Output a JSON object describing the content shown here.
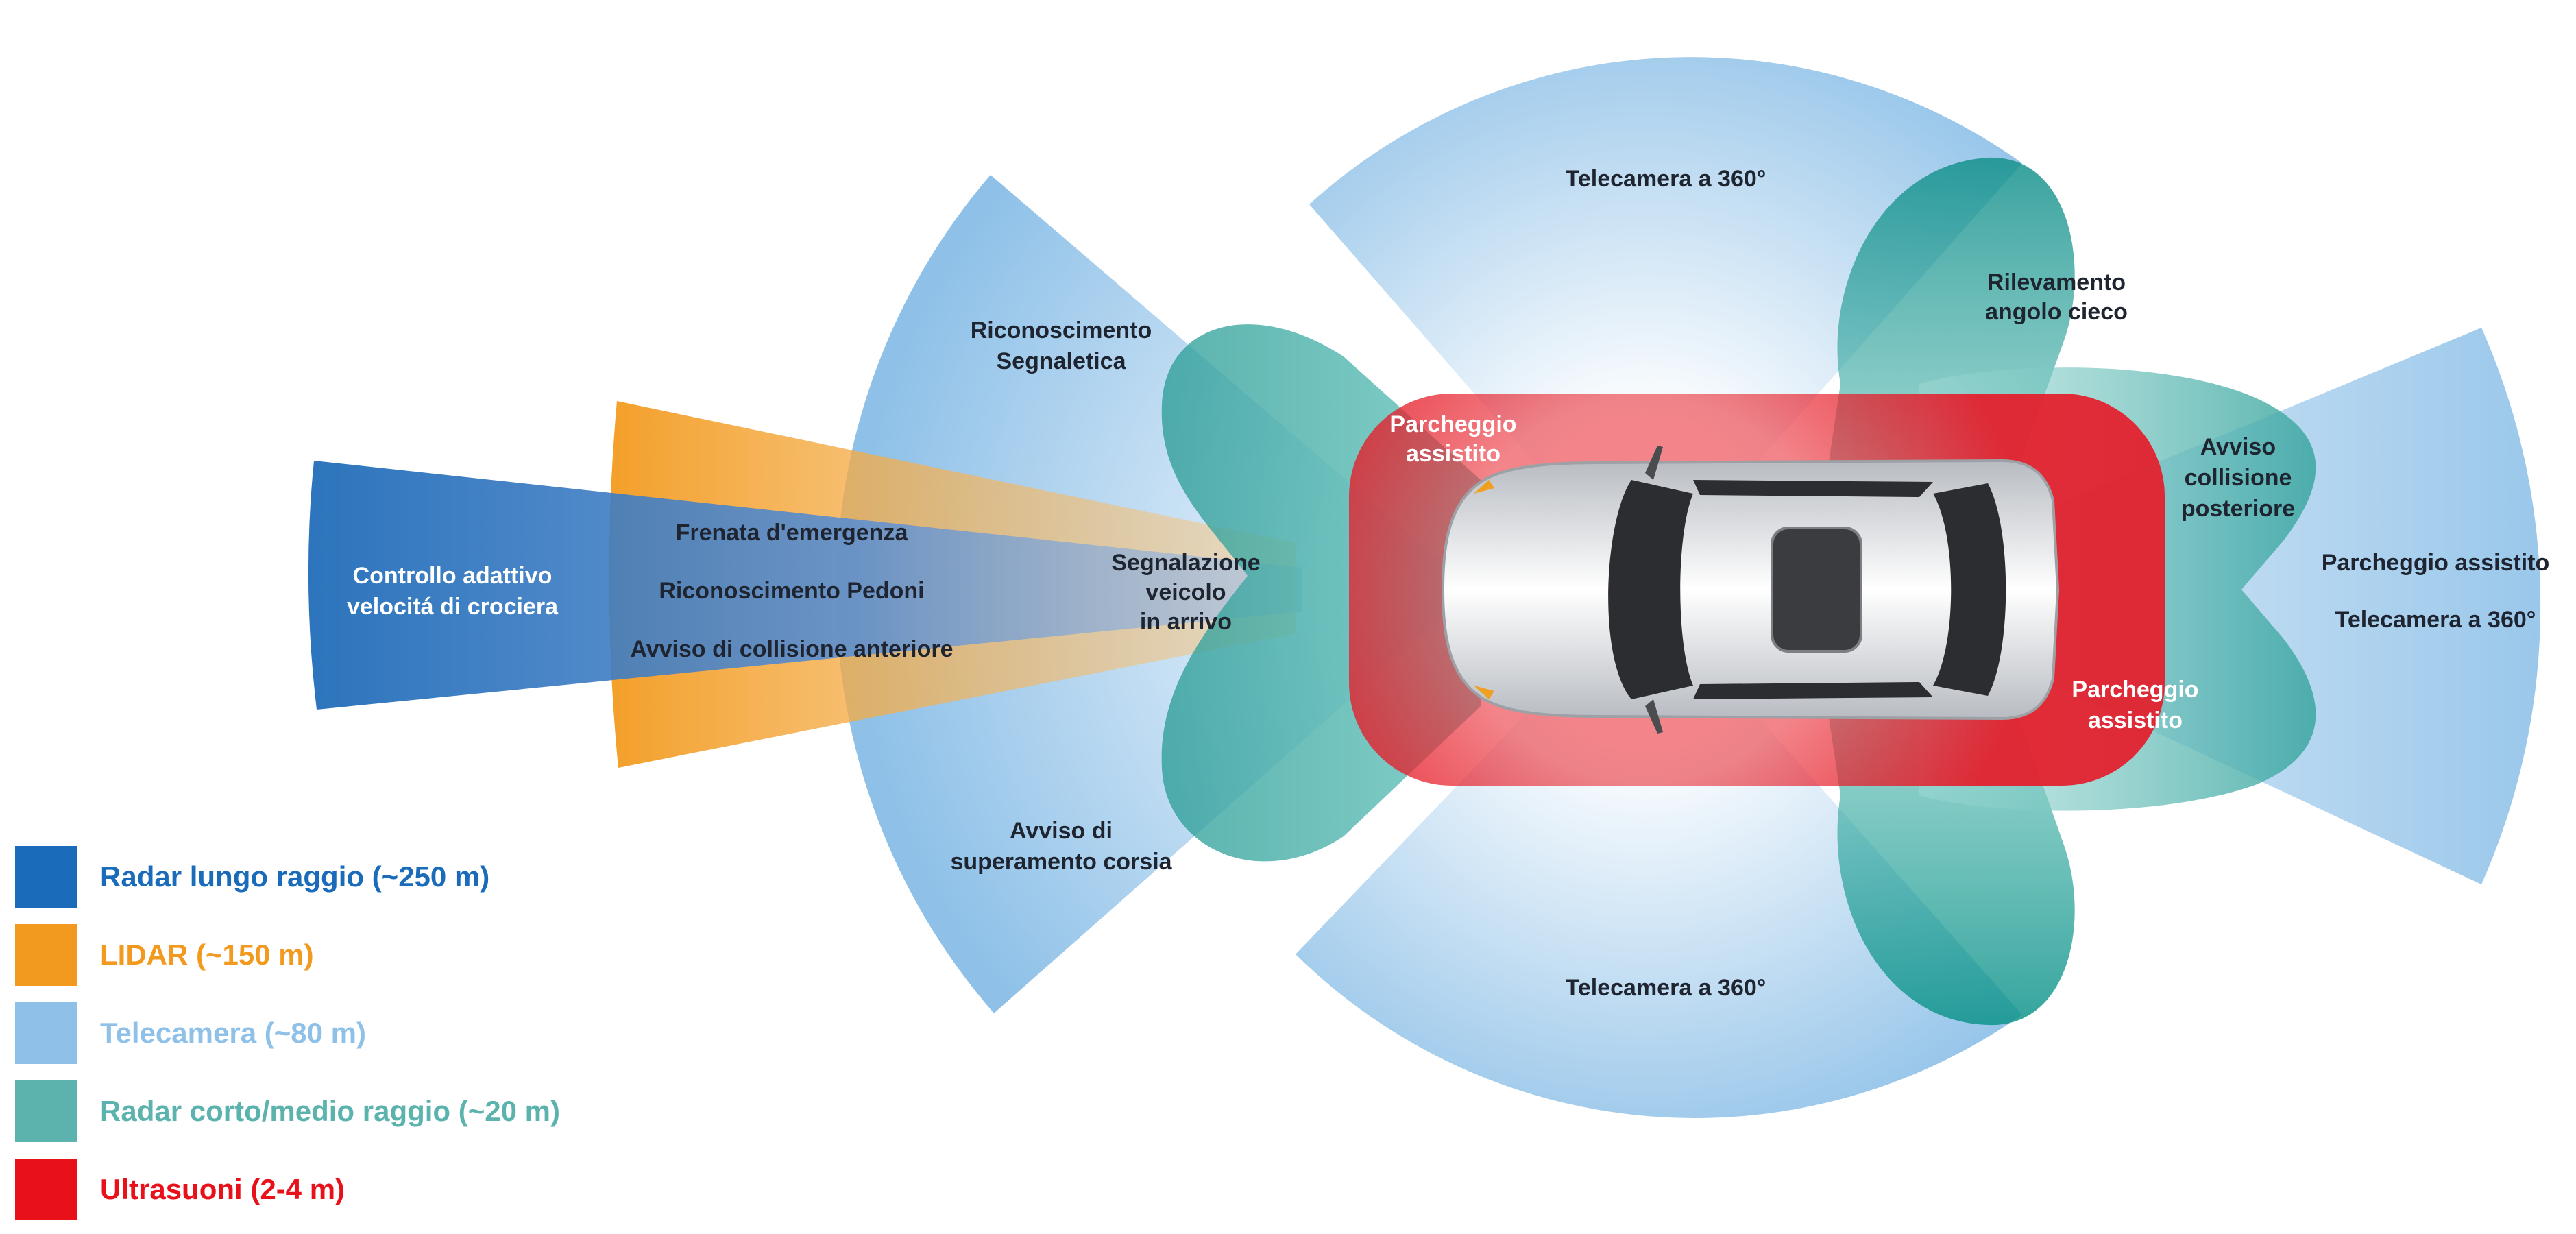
{
  "colors": {
    "radar_long": "#1a6cba",
    "lidar": "#f29a1f",
    "camera": "#8fc1e8",
    "radar_short": "#3aa6a0",
    "ultrasound": "#e8202a"
  },
  "legend": [
    {
      "label": "Radar lungo raggio (~250 m)",
      "color": "#1a6cba"
    },
    {
      "label": "LIDAR (~150 m)",
      "color": "#f29a1f"
    },
    {
      "label": "Telecamera (~80 m)",
      "color": "#8fc1e8"
    },
    {
      "label": "Radar corto/medio raggio (~20 m)",
      "color": "#5cb3ae"
    },
    {
      "label": "Ultrasuoni (2-4 m)",
      "color": "#e8111a"
    }
  ],
  "labels": {
    "acc_1": "Controllo adattivo",
    "acc_2": "velocitá di crociera",
    "emergency_braking": "Frenata d'emergenza",
    "pedestrian": "Riconoscimento Pedoni",
    "front_collision": "Avviso di collisione anteriore",
    "sign_1": "Riconoscimento",
    "sign_2": "Segnaletica",
    "lane_1": "Avviso di",
    "lane_2": "superamento corsia",
    "cross_1": "Segnalazione",
    "cross_2": "veicolo",
    "cross_3": "in arrivo",
    "surround_top": "Telecamera a 360°",
    "surround_bottom": "Telecamera a 360°",
    "blind_1": "Rilevamento",
    "blind_2": "angolo cieco",
    "park_front_1": "Parcheggio",
    "park_front_2": "assistito",
    "park_rear_1": "Parcheggio",
    "park_rear_2": "assistito",
    "rear_coll_1": "Avviso",
    "rear_coll_2": "collisione",
    "rear_coll_3": "posteriore",
    "rear_park": "Parcheggio assistito",
    "rear_surround": "Telecamera a 360°"
  }
}
